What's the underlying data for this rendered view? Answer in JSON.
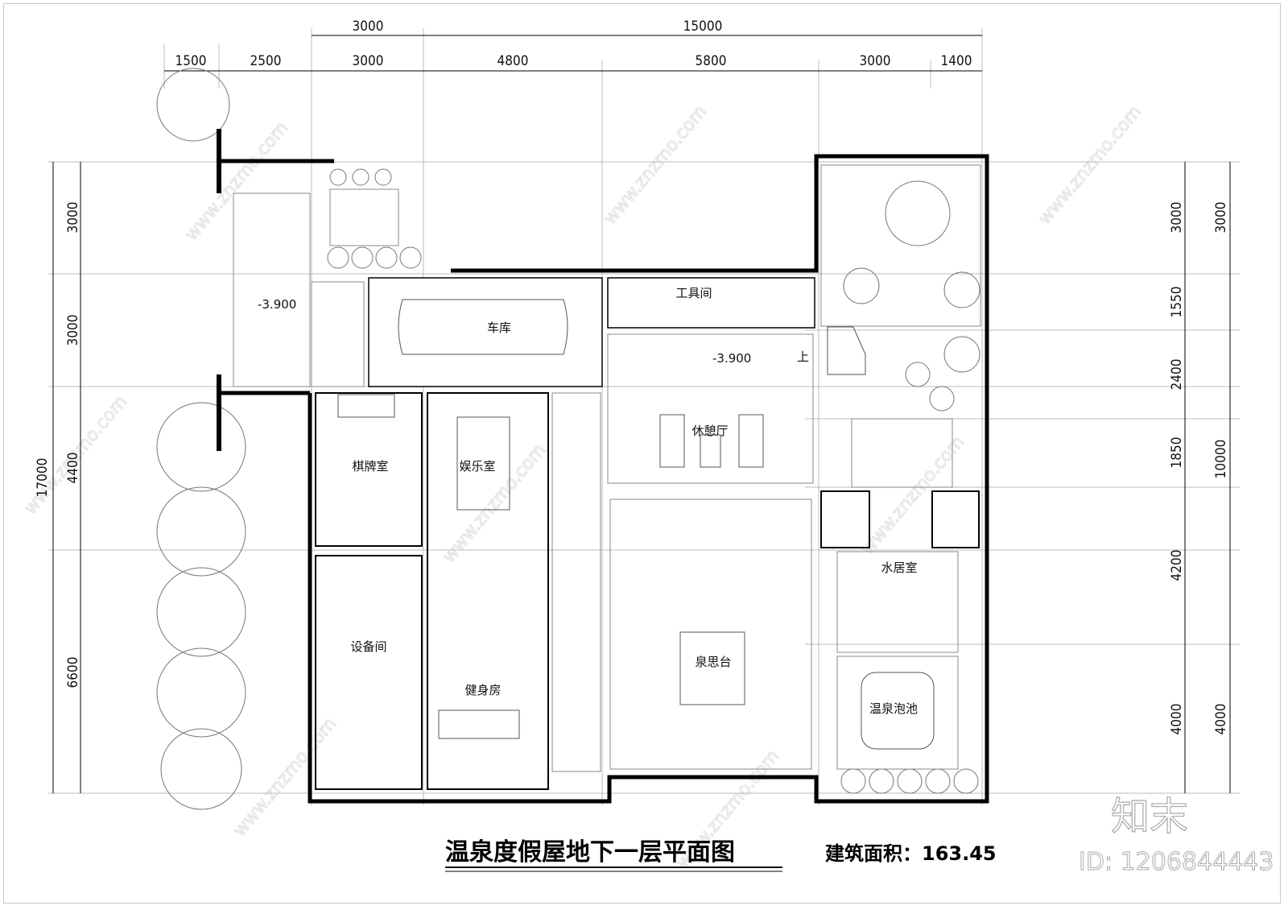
{
  "dimensions": {
    "top_overall": [
      "3000",
      "15000"
    ],
    "top_detail": [
      "1500",
      "2500",
      "3000",
      "4800",
      "5800",
      "3000",
      "1400"
    ],
    "left_overall": "17000",
    "left_detail": [
      "3000",
      "3000",
      "4400",
      "6600"
    ],
    "right_detail": [
      "3000",
      "1550",
      "2400",
      "1850",
      "4200",
      "4000"
    ],
    "right_overall": [
      "3000",
      "10000",
      "4000"
    ]
  },
  "levels": [
    "-3.900",
    "-3.900"
  ],
  "stair_label": "上",
  "rooms": {
    "garage": "车库",
    "tool_room": "工具间",
    "lounge": "休憩厅",
    "chess_room": "棋牌室",
    "entertainment": "娱乐室",
    "equipment": "设备间",
    "gym": "健身房",
    "platform": "泉思台",
    "water_room": "水居室",
    "hot_spring_pool": "温泉泡池"
  },
  "title": "温泉度假屋地下一层平面图",
  "area_label": "建筑面积：163.45",
  "watermark": {
    "logo": "知末",
    "id": "ID: 1206844443",
    "site": "www.znzmo.com"
  }
}
